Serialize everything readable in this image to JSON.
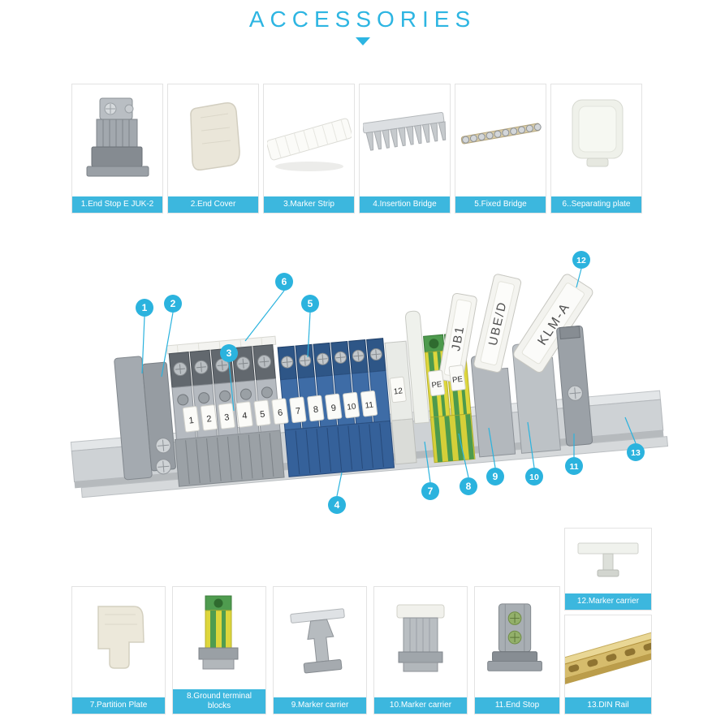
{
  "page": {
    "title": "ACCESSORIES",
    "accent_color": "#2db5e2",
    "label_bar_color": "#3cb7de"
  },
  "top_cards": [
    {
      "label": "1.End Stop E JUK-2"
    },
    {
      "label": "2.End Cover"
    },
    {
      "label": "3.Marker Strip"
    },
    {
      "label": "4.Insertion Bridge"
    },
    {
      "label": "5.Fixed Bridge"
    },
    {
      "label": "6..Separating plate"
    }
  ],
  "diagram": {
    "plate_labels": {
      "jb1": "JB1",
      "ubed": "UBE/D",
      "klma": "KLM-A"
    },
    "marker_tags": [
      "1",
      "2",
      "3",
      "4",
      "5",
      "6",
      "7",
      "8",
      "9",
      "10",
      "11",
      "12",
      "PE",
      "PE"
    ],
    "callouts": {
      "c1": "1",
      "c2": "2",
      "c3": "3",
      "c4": "4",
      "c5": "5",
      "c6": "6",
      "c7": "7",
      "c8": "8",
      "c9": "9",
      "c10": "10",
      "c11": "11",
      "c12": "12",
      "c13": "13"
    }
  },
  "side_card": {
    "label": "12.Marker carrier"
  },
  "bottom_cards": [
    {
      "label": "7.Partition Plate"
    },
    {
      "label": "8.Ground terminal blocks"
    },
    {
      "label": "9.Marker carrier"
    },
    {
      "label": "10.Marker carrier"
    },
    {
      "label": "11.End Stop"
    },
    {
      "label": "13.DIN Rail"
    }
  ]
}
